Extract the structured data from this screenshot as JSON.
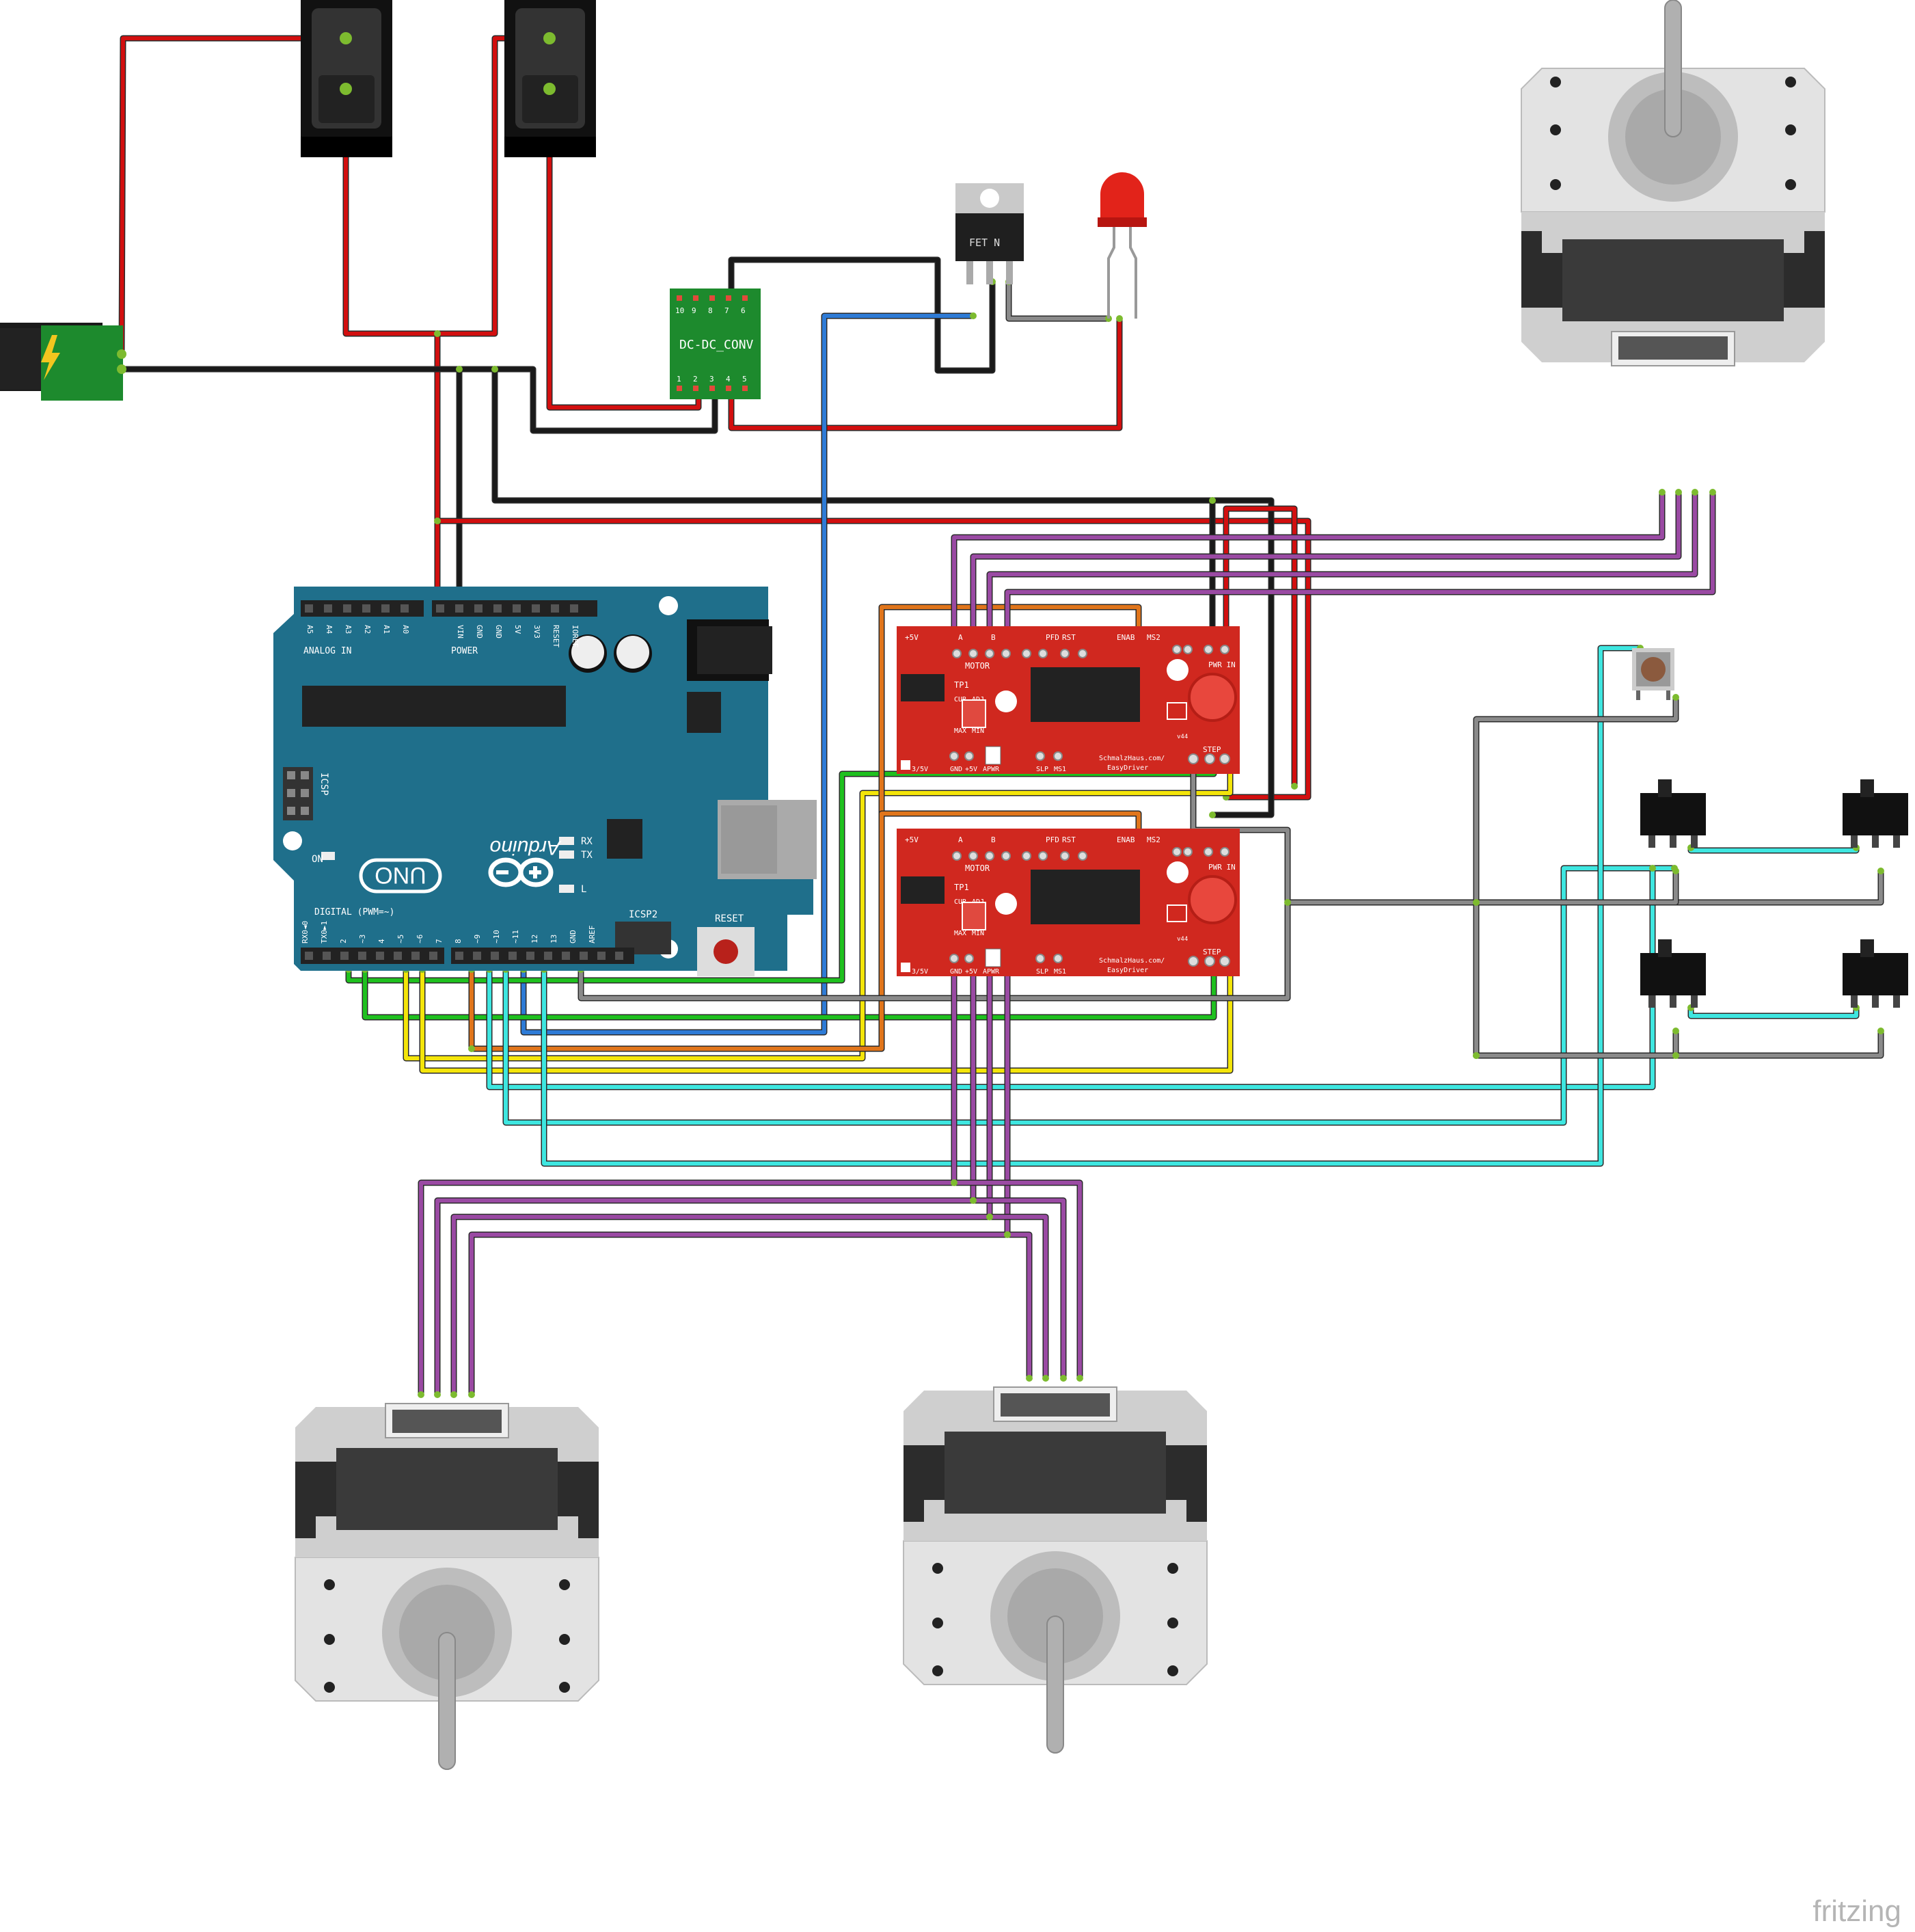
{
  "colors": {
    "arduino": "#1f6f8b",
    "driver": "#d0281f",
    "dcdc": "#1d8a2d",
    "wire_red": "#d20f0f",
    "wire_black": "#1a1a1a",
    "wire_blue": "#2e7bd6",
    "wire_green": "#1fc01f",
    "wire_yellow": "#f4e50a",
    "wire_orange": "#e0751b",
    "wire_cyan": "#3ee6e0",
    "wire_purple": "#9a4aa3",
    "wire_gray": "#8a8a8a"
  },
  "icons": {
    "power_jack": "lightning-bolt-icon",
    "watermark": "fritzing-logo"
  },
  "arduino": {
    "brand": "Arduino",
    "model": "UNO",
    "header_top_left": "ANALOG IN",
    "header_top_right": "POWER",
    "analog_pins": [
      "A5",
      "A4",
      "A3",
      "A2",
      "A1",
      "A0"
    ],
    "power_pins": [
      "VIN",
      "GND",
      "GND",
      "5V",
      "3V3",
      "RESET",
      "IOREF"
    ],
    "icsp": "ICSP",
    "icsp2": "ICSP2",
    "on_label": "ON",
    "rx": "RX",
    "tx": "TX",
    "l": "L",
    "reset": "RESET",
    "digital_label": "DIGITAL (PWM=~)",
    "digital_pins": [
      "RX0◄0",
      "TX0►1",
      "2",
      "~3",
      "4",
      "~5",
      "~6",
      "7",
      "8",
      "~9",
      "~10",
      "~11",
      "12",
      "13",
      "GND",
      "AREF"
    ]
  },
  "dcdc": {
    "label": "DC-DC_CONV",
    "top_pins": [
      "10",
      "9",
      "8",
      "7",
      "6"
    ],
    "bottom_pins": [
      "1",
      "2",
      "3",
      "4",
      "5"
    ]
  },
  "fet": {
    "label": "FET N"
  },
  "drivers": [
    {
      "top_labels": [
        "+5V",
        "A",
        "B",
        "PFD",
        "RST",
        "ENAB",
        "MS2"
      ],
      "motor_label": "MOTOR",
      "tp_label": "TP1",
      "cur": "CUR",
      "adj": "ADJ",
      "max": "MAX",
      "min": "MIN",
      "bottom_labels": [
        "3/5V",
        "GND",
        "+5V",
        "APWR",
        "SLP",
        "MS1"
      ],
      "pwr_in": "PWR IN",
      "step": "STEP",
      "version": "v44",
      "brand_line1": "SchmalzHaus.com/",
      "brand_line2": "EasyDriver"
    },
    {
      "top_labels": [
        "+5V",
        "A",
        "B",
        "PFD",
        "RST",
        "ENAB",
        "MS2"
      ],
      "motor_label": "MOTOR",
      "tp_label": "TP1",
      "cur": "CUR",
      "adj": "ADJ",
      "max": "MAX",
      "min": "MIN",
      "bottom_labels": [
        "3/5V",
        "GND",
        "+5V",
        "APWR",
        "SLP",
        "MS1"
      ],
      "pwr_in": "PWR IN",
      "step": "STEP",
      "version": "v44",
      "brand_line1": "SchmalzHaus.com/",
      "brand_line2": "EasyDriver"
    }
  ],
  "watermark": "fritzing"
}
